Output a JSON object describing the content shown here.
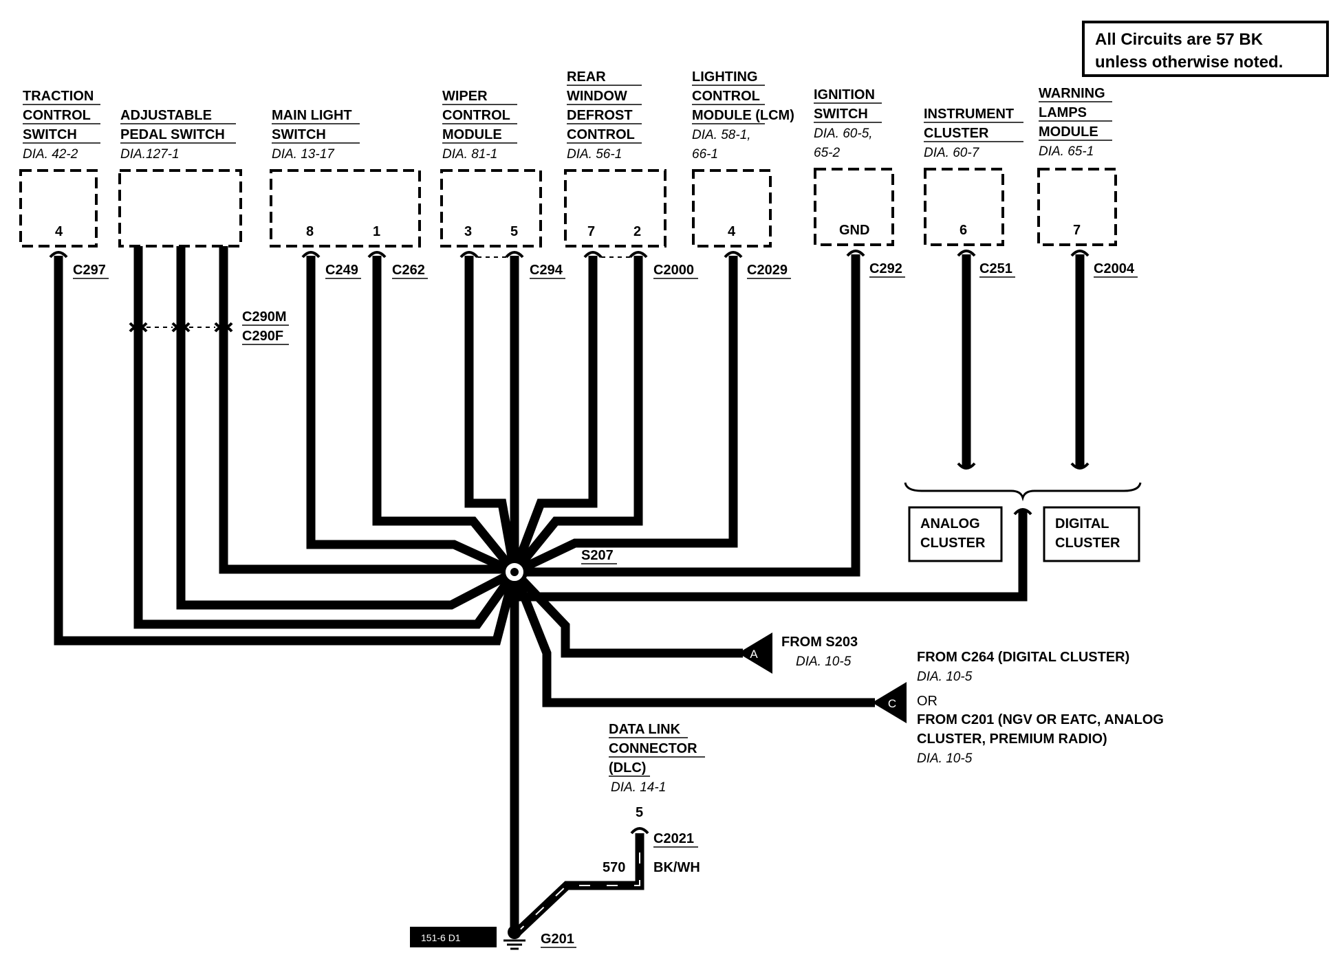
{
  "note": [
    "All Circuits are 57 BK",
    "unless otherwise noted."
  ],
  "components": [
    {
      "id": "traction",
      "lines": [
        "TRACTION",
        "CONTROL",
        "SWITCH"
      ],
      "dia": [
        "DIA. 42-2"
      ],
      "pins": [
        "4"
      ],
      "connector": "C297"
    },
    {
      "id": "pedal",
      "lines": [
        "ADJUSTABLE",
        "PEDAL SWITCH"
      ],
      "dia": [
        "DIA.127-1"
      ],
      "pins": [],
      "connector": "C290M / C290F"
    },
    {
      "id": "mainlight",
      "lines": [
        "MAIN LIGHT",
        "SWITCH"
      ],
      "dia": [
        "DIA. 13-17"
      ],
      "pins": [
        "8",
        "1"
      ],
      "connector": "C249 / C262"
    },
    {
      "id": "wiper",
      "lines": [
        "WIPER",
        "CONTROL",
        "MODULE"
      ],
      "dia": [
        "DIA. 81-1"
      ],
      "pins": [
        "3",
        "5"
      ],
      "connector": "C294"
    },
    {
      "id": "defrost",
      "lines": [
        "REAR",
        "WINDOW",
        "DEFROST",
        "CONTROL"
      ],
      "dia": [
        "DIA. 56-1"
      ],
      "pins": [
        "7",
        "2"
      ],
      "connector": "C2000"
    },
    {
      "id": "lcm",
      "lines": [
        "LIGHTING",
        "CONTROL",
        "MODULE (LCM)"
      ],
      "dia": [
        "DIA. 58-1,",
        "66-1"
      ],
      "pins": [
        "4"
      ],
      "connector": "C2029"
    },
    {
      "id": "ignition",
      "lines": [
        "IGNITION",
        "SWITCH"
      ],
      "dia": [
        "DIA. 60-5,",
        "65-2"
      ],
      "pins": [
        "GND"
      ],
      "connector": "C292"
    },
    {
      "id": "cluster",
      "lines": [
        "INSTRUMENT",
        "CLUSTER"
      ],
      "dia": [
        "DIA. 60-7"
      ],
      "pins": [
        "6"
      ],
      "connector": "C251"
    },
    {
      "id": "warning",
      "lines": [
        "WARNING",
        "LAMPS",
        "MODULE"
      ],
      "dia": [
        "DIA. 65-1"
      ],
      "pins": [
        "7"
      ],
      "connector": "C2004"
    }
  ],
  "connectors": {
    "c297": "C297",
    "c290m": "C290M",
    "c290f": "C290F",
    "c249": "C249",
    "c262": "C262",
    "c294": "C294",
    "c2000": "C2000",
    "c2029": "C2029",
    "c292": "C292",
    "c251": "C251",
    "c2004": "C2004",
    "c2021": "C2021"
  },
  "splice": "S207",
  "ground": "G201",
  "options": {
    "analog": [
      "ANALOG",
      "CLUSTER"
    ],
    "digital": [
      "DIGITAL",
      "CLUSTER"
    ]
  },
  "from_a": {
    "marker": "A",
    "text": "FROM S203",
    "dia": "DIA. 10-5"
  },
  "from_c": {
    "marker": "C",
    "line1": "FROM C264 (DIGITAL CLUSTER)",
    "dia1": "DIA. 10-5",
    "or": "OR",
    "line2": "FROM C201 (NGV OR EATC, ANALOG",
    "line3": "CLUSTER, PREMIUM RADIO)",
    "dia2": "DIA. 10-5"
  },
  "dlc": {
    "lines": [
      "DATA LINK",
      "CONNECTOR",
      "(DLC)"
    ],
    "dia": "DIA. 14-1",
    "pin": "5",
    "circuit": "570",
    "color": "BK/WH"
  },
  "figure_id": "151-6 D1"
}
